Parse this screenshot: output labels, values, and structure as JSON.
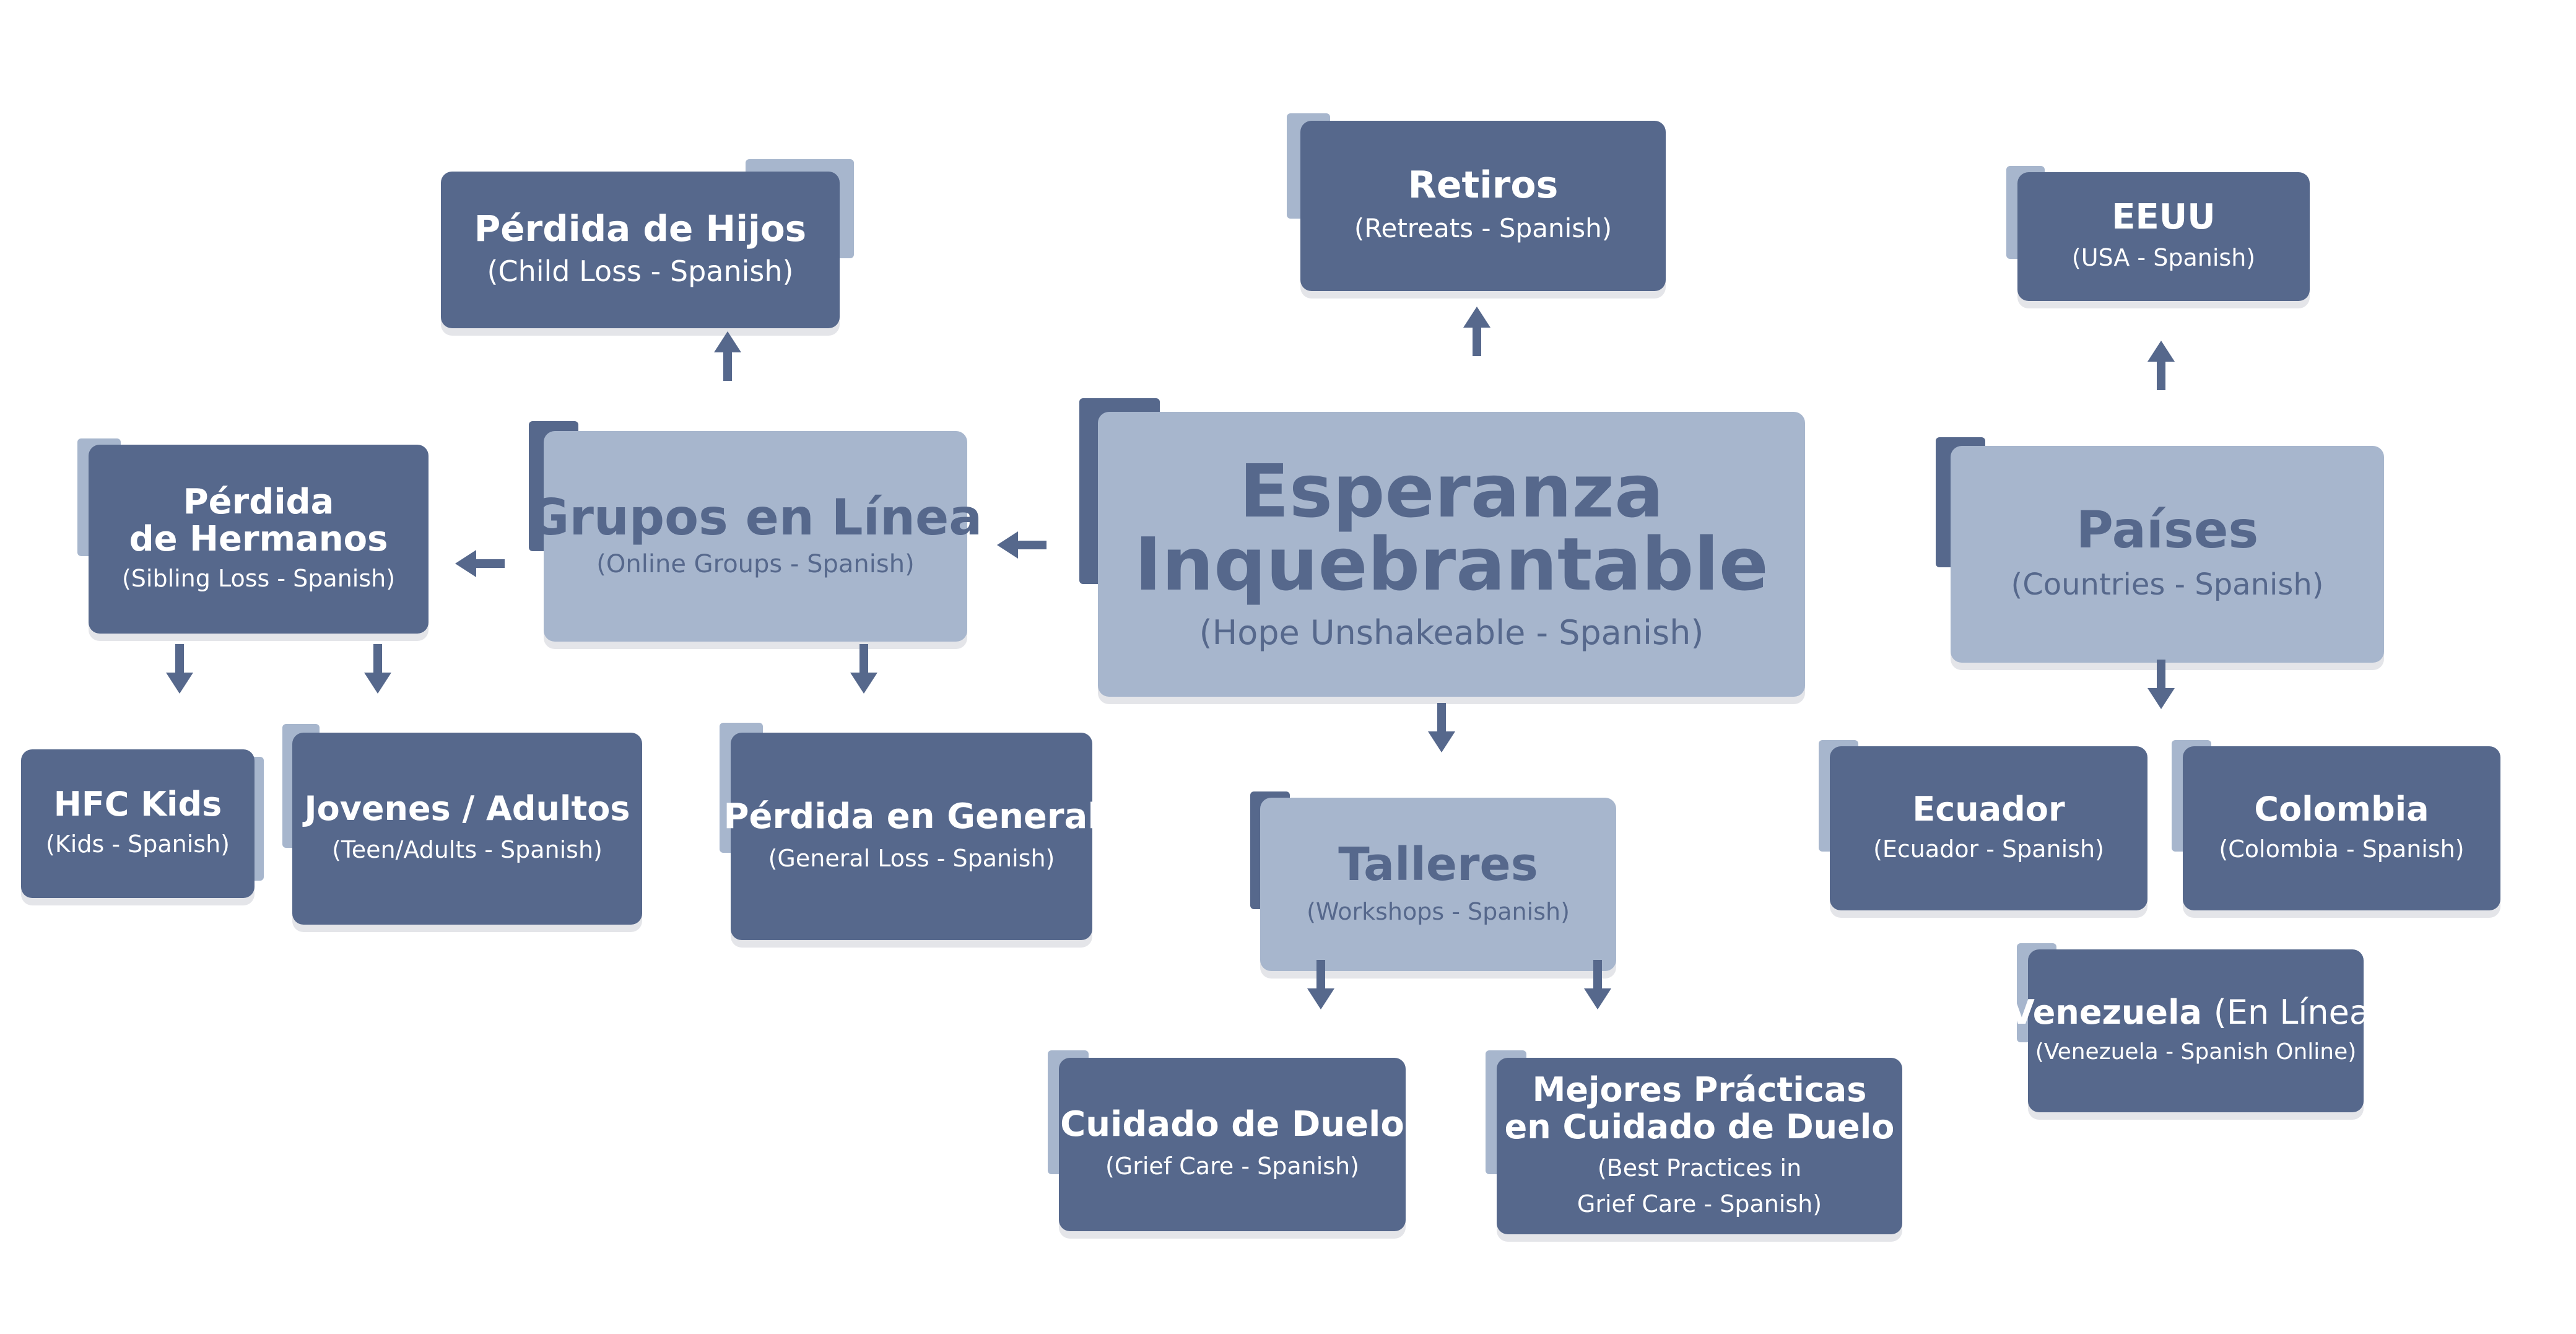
{
  "center": {
    "title_line1": "Esperanza",
    "title_line2": "Inquebrantable",
    "subtitle": "(Hope Unshakeable - Spanish)"
  },
  "retiros": {
    "title": "Retiros",
    "subtitle": "(Retreats - Spanish)"
  },
  "grupos": {
    "title": "Grupos en Línea",
    "subtitle": "(Online Groups - Spanish)"
  },
  "hijos": {
    "title": "Pérdida de Hijos",
    "subtitle": "(Child Loss - Spanish)"
  },
  "hermanos": {
    "title_line1": "Pérdida",
    "title_line2": "de Hermanos",
    "subtitle": "(Sibling Loss - Spanish)"
  },
  "kids": {
    "title": "HFC Kids",
    "subtitle": "(Kids - Spanish)"
  },
  "jovenes": {
    "title": "Jovenes / Adultos",
    "subtitle": "(Teen/Adults - Spanish)"
  },
  "general": {
    "title": "Pérdida en General",
    "subtitle": "(General Loss - Spanish)"
  },
  "talleres": {
    "title": "Talleres",
    "subtitle": "(Workshops - Spanish)"
  },
  "cuidado": {
    "title": "Cuidado de Duelo",
    "subtitle": "(Grief Care - Spanish)"
  },
  "mejores": {
    "title_line1": "Mejores Prácticas",
    "title_line2": "en Cuidado de Duelo",
    "subtitle_line1": "(Best Practices in",
    "subtitle_line2": "Grief Care - Spanish)"
  },
  "paises": {
    "title": "Países",
    "subtitle": "(Countries - Spanish)"
  },
  "eeuu": {
    "title": "EEUU",
    "subtitle": "(USA - Spanish)"
  },
  "ecuador": {
    "title": "Ecuador",
    "subtitle": "(Ecuador - Spanish)"
  },
  "colombia": {
    "title": "Colombia",
    "subtitle": "(Colombia - Spanish)"
  },
  "venezuela": {
    "title": "Venezuela",
    "title_suffix": "(En Línea)",
    "subtitle": "(Venezuela - Spanish Online)"
  },
  "colors": {
    "dark": "#56688c",
    "light": "#a7b6cd",
    "shadow": "#e4e5e9"
  }
}
